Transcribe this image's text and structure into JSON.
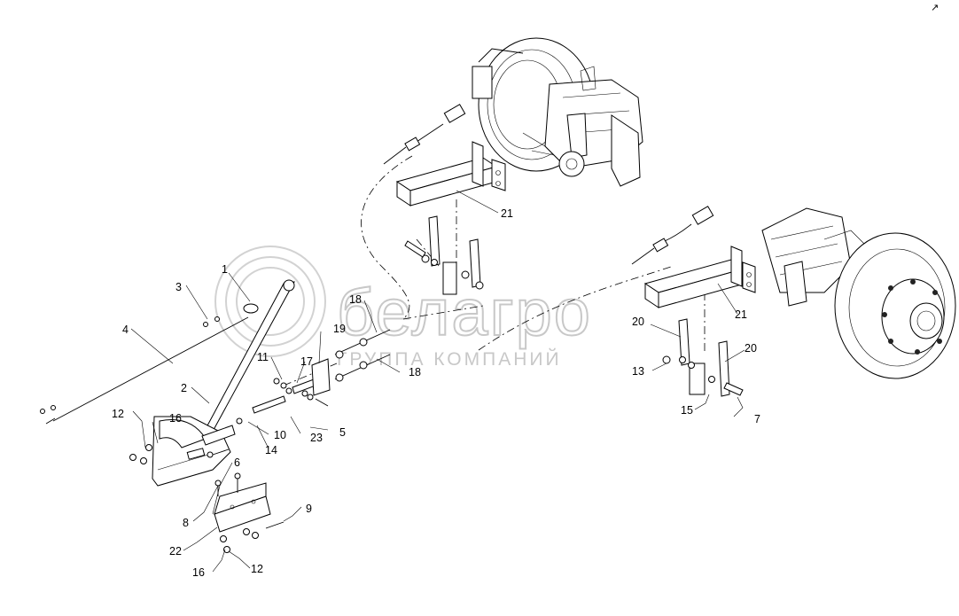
{
  "watermark": {
    "brand": "белагро",
    "subtitle": "ГРУППА КОМПАНИЙ"
  },
  "corner_mark": "↗",
  "callouts": [
    {
      "id": "c1",
      "label": "1"
    },
    {
      "id": "c2",
      "label": "2"
    },
    {
      "id": "c3",
      "label": "3"
    },
    {
      "id": "c4",
      "label": "4"
    },
    {
      "id": "c5",
      "label": "5"
    },
    {
      "id": "c6",
      "label": "6"
    },
    {
      "id": "c7",
      "label": "7"
    },
    {
      "id": "c8",
      "label": "8"
    },
    {
      "id": "c9",
      "label": "9"
    },
    {
      "id": "c10",
      "label": "10"
    },
    {
      "id": "c11",
      "label": "11"
    },
    {
      "id": "c12a",
      "label": "12"
    },
    {
      "id": "c12b",
      "label": "12"
    },
    {
      "id": "c13",
      "label": "13"
    },
    {
      "id": "c14",
      "label": "14"
    },
    {
      "id": "c15",
      "label": "15"
    },
    {
      "id": "c16a",
      "label": "16"
    },
    {
      "id": "c16b",
      "label": "16"
    },
    {
      "id": "c17",
      "label": "17"
    },
    {
      "id": "c18a",
      "label": "18"
    },
    {
      "id": "c18b",
      "label": "18"
    },
    {
      "id": "c19",
      "label": "19"
    },
    {
      "id": "c20a",
      "label": "20"
    },
    {
      "id": "c20b",
      "label": "20"
    },
    {
      "id": "c21a",
      "label": "21"
    },
    {
      "id": "c21b",
      "label": "21"
    },
    {
      "id": "c22",
      "label": "22"
    },
    {
      "id": "c23",
      "label": "23"
    }
  ]
}
